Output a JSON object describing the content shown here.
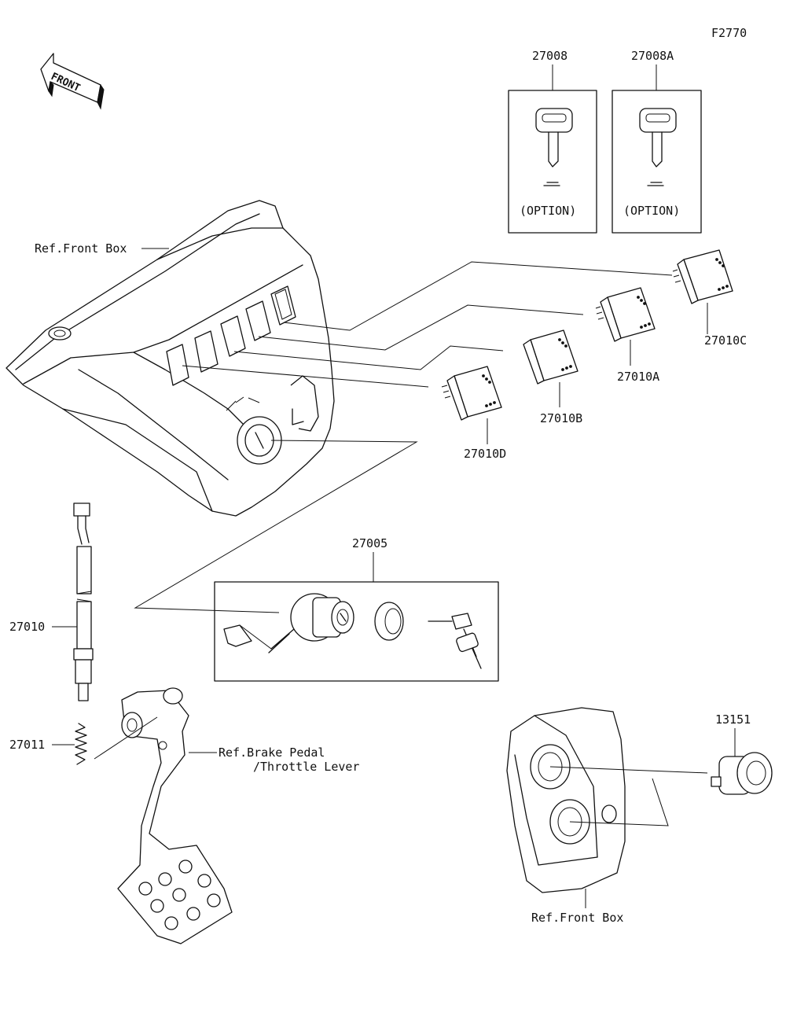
{
  "figure_code": "F2770",
  "front_label": "FRONT",
  "parts": {
    "p27008": "27008",
    "p27008A": "27008A",
    "option_1": "(OPTION)",
    "option_2": "(OPTION)",
    "p27010C": "27010C",
    "p27010A": "27010A",
    "p27010B": "27010B",
    "p27010D": "27010D",
    "p27005": "27005",
    "p27010": "27010",
    "p27011": "27011",
    "p13151": "13151"
  },
  "references": {
    "front_box_top": "Ref.Front Box",
    "brake_pedal_line1": "Ref.Brake Pedal",
    "brake_pedal_line2": "/Throttle Lever",
    "front_box_bottom": "Ref.Front Box"
  }
}
